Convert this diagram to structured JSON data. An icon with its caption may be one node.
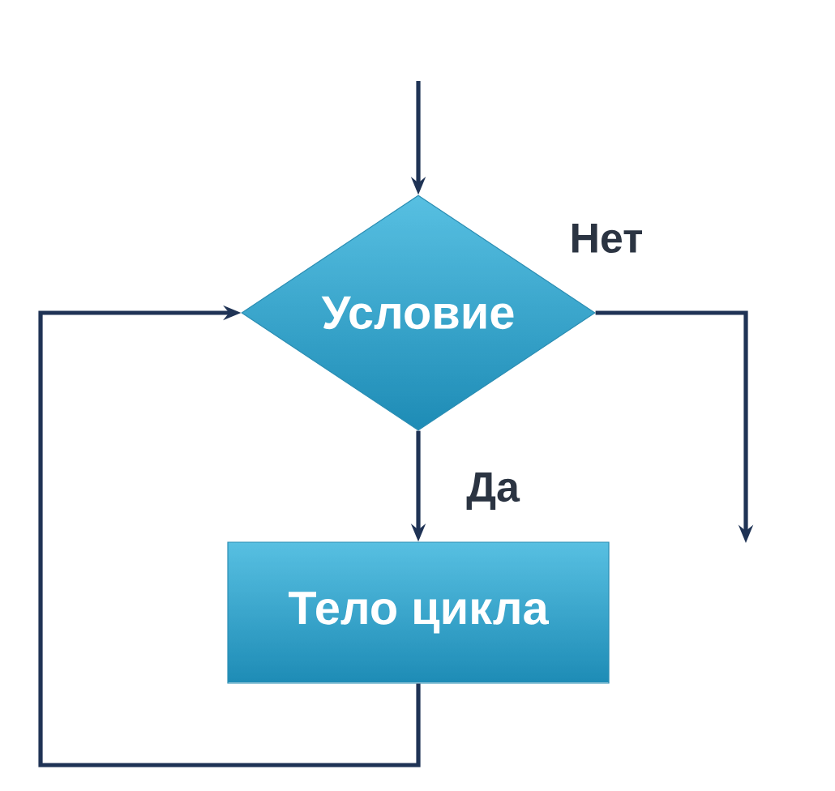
{
  "diagram": {
    "nodes": [
      {
        "text": [
          "Условие"
        ]
      },
      {
        "text": [
          "Тело цикла"
        ]
      }
    ],
    "edges": [
      {
        "from": null,
        "to": 0,
        "arrow": "to"
      },
      {
        "from": 0,
        "to": 1,
        "arrow": "to",
        "label": "Да"
      },
      {
        "from": 1,
        "to": 0,
        "arrow": "to"
      },
      {
        "from": 0,
        "to": null,
        "arrow": "to",
        "label": "Нет"
      }
    ]
  }
}
